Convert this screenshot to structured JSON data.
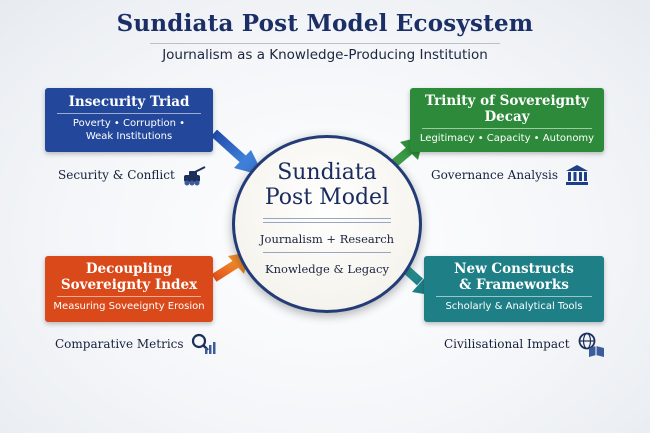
{
  "header": {
    "title": "Sundiata Post Model Ecosystem",
    "subtitle": "Journalism as a Knowledge-Producing Institution"
  },
  "center": {
    "title_line1": "Sundiata",
    "title_line2": "Post Model",
    "line1": "Journalism + Research",
    "line2": "Knowledge & Legacy"
  },
  "nodes": {
    "top_left": {
      "title": "Insecurity Triad",
      "detail_line1": "Poverty • Corruption •",
      "detail_line2": "Weak Institutions",
      "caption": "Security & Conflict",
      "icon": "military-icon",
      "color": "#23479a"
    },
    "top_right": {
      "title_line1": "Trinity of Sovereignty",
      "title_line2": "Decay",
      "detail": "Legitimacy • Capacity • Autonomy",
      "caption": "Governance Analysis",
      "icon": "government-building-icon",
      "color": "#2e8a3b"
    },
    "bottom_left": {
      "title_line1": "Decoupling",
      "title_line2": "Sovereignty Index",
      "detail": "Measuring Soveeignty Erosion",
      "caption": "Comparative Metrics",
      "icon": "magnifier-chart-icon",
      "color": "#d9491a"
    },
    "bottom_right": {
      "title_line1": "New Constructs",
      "title_line2": "& Frameworks",
      "detail": "Scholarly & Analytical Tools",
      "caption": "Civilisational Impact",
      "icon": "globe-book-icon",
      "color": "#1f7f86"
    }
  }
}
